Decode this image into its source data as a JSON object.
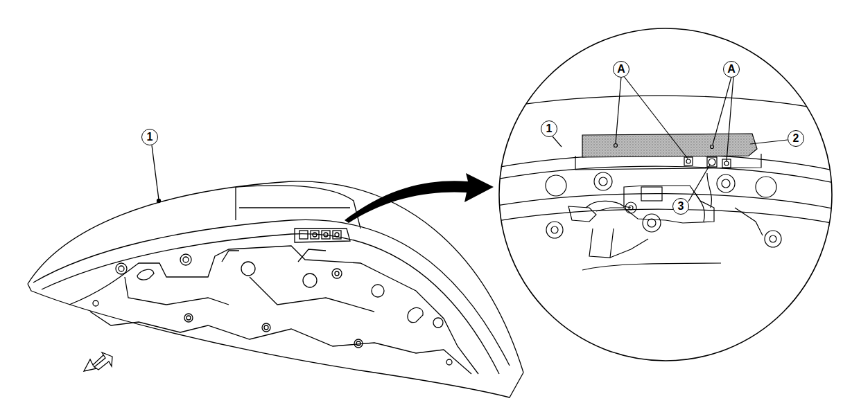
{
  "diagram": {
    "labels": [
      "1",
      "1",
      "A",
      "A",
      "2",
      "3"
    ]
  }
}
